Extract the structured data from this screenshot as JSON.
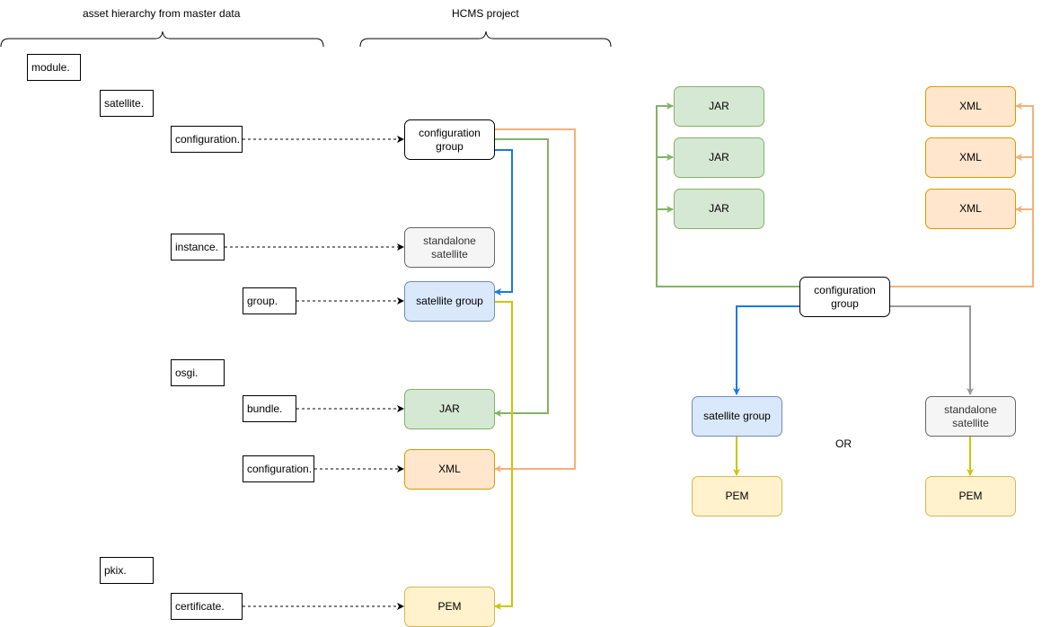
{
  "headers": {
    "master": "asset hierarchy from master data",
    "hcms": "HCMS project"
  },
  "master_nodes": {
    "module": "module.",
    "satellite": "satellite.",
    "configuration": "configuration.",
    "instance": "instance.",
    "group": "group.",
    "osgi": "osgi.",
    "bundle": "bundle.",
    "osgi_configuration": "configuration.",
    "pkix": "pkix.",
    "certificate": "certificate."
  },
  "hcms_nodes": {
    "configuration_group": "configuration\ngroup",
    "standalone_satellite": "standalone\nsatellite",
    "satellite_group": "satellite group",
    "jar": "JAR",
    "xml": "XML",
    "pem": "PEM"
  },
  "right_diagram": {
    "jar_boxes": [
      "JAR",
      "JAR",
      "JAR"
    ],
    "xml_boxes": [
      "XML",
      "XML",
      "XML"
    ],
    "configuration_group": "configuration\ngroup",
    "satellite_group": "satellite group",
    "standalone_satellite": "standalone\nsatellite",
    "pem_left": "PEM",
    "pem_right": "PEM",
    "or_label": "OR"
  },
  "colors": {
    "blue_edge": "#1a7ae0",
    "green_edge": "#82b366",
    "orange_edge": "#f5b07a",
    "yellow_edge": "#c8c800",
    "grey_edge": "#999999"
  }
}
